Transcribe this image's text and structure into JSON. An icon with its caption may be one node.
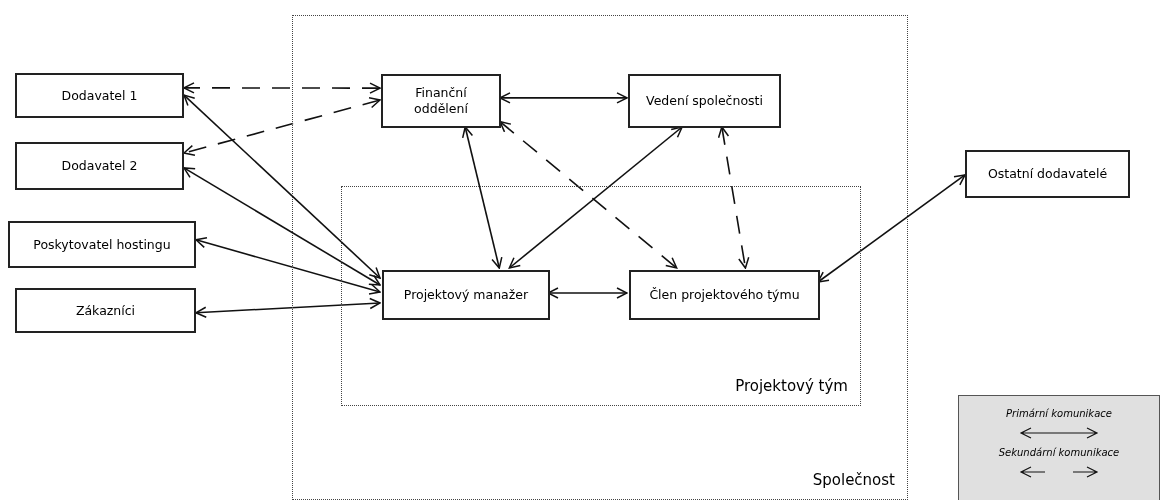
{
  "diagram": {
    "nodes": [
      {
        "text": [
          "Společnost"
        ]
      },
      {
        "text": [
          "Dodavatel 1"
        ]
      },
      {
        "text": [
          "Dodavatel 2"
        ]
      },
      {
        "text": [
          "Poskytovatel hostingu"
        ]
      },
      {
        "text": [
          "Zákazníci"
        ]
      },
      {
        "text": [
          "Finanční oddělení"
        ],
        "in": 0
      },
      {
        "text": [
          "Vedení společnosti"
        ],
        "in": 0
      },
      {
        "text": [
          "Projektový tým"
        ],
        "in": 0
      },
      {
        "text": [
          "Projektový manažer"
        ],
        "in": 7
      },
      {
        "text": [
          "Člen projektového týmu"
        ],
        "in": 7
      },
      {
        "text": [
          "Ostatní dodavatelé"
        ]
      }
    ],
    "edges": [
      {
        "from": 5,
        "to": 1,
        "arrow": "both",
        "style": "dashed"
      },
      {
        "from": 5,
        "to": 2,
        "arrow": "both",
        "style": "dashed"
      },
      {
        "from": 8,
        "to": 1,
        "arrow": "both"
      },
      {
        "from": 8,
        "to": 2,
        "arrow": "both"
      },
      {
        "from": 8,
        "to": 3,
        "arrow": "both"
      },
      {
        "from": 8,
        "to": 4,
        "arrow": "both"
      },
      {
        "from": 5,
        "to": 6,
        "arrow": "both"
      },
      {
        "from": 5,
        "to": 8,
        "arrow": "both"
      },
      {
        "from": 6,
        "to": 8,
        "arrow": "both"
      },
      {
        "from": 8,
        "to": 9,
        "arrow": "both"
      },
      {
        "from": 9,
        "to": 10,
        "arrow": "both"
      },
      {
        "from": 5,
        "to": 9,
        "arrow": "both",
        "style": "dashed"
      },
      {
        "from": 6,
        "to": 9,
        "arrow": "both",
        "style": "dashed"
      }
    ],
    "legend": [
      {
        "text": "Primární komunikace"
      },
      {
        "text": "Sekundární komunikace"
      }
    ]
  }
}
